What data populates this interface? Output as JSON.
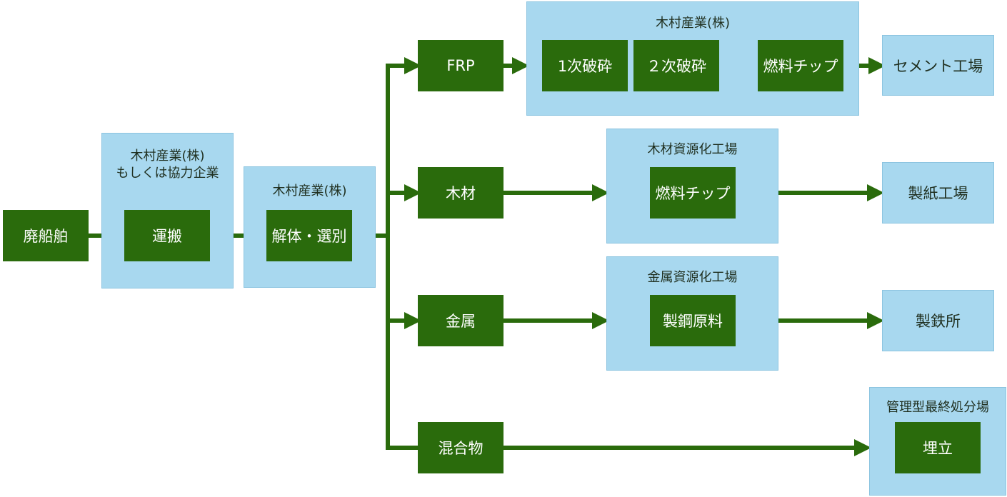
{
  "source": {
    "label": "廃船舶"
  },
  "transport": {
    "org_line1": "木村産業(株)",
    "org_line2": "もしくは協力企業",
    "label": "運搬"
  },
  "dismantle": {
    "org": "木村産業(株)",
    "label": "解体・選別"
  },
  "branches": {
    "frp": "FRP",
    "wood": "木材",
    "metal": "金属",
    "mixed": "混合物"
  },
  "frp_process": {
    "org": "木村産業(株)",
    "step1": "1次破砕",
    "step2": "２次破砕",
    "step3": "燃料チップ"
  },
  "wood_plant": {
    "name": "木材資源化工場",
    "product": "燃料チップ"
  },
  "metal_plant": {
    "name": "金属資源化工場",
    "product": "製鋼原料"
  },
  "landfill": {
    "name": "管理型最終処分場",
    "action": "埋立"
  },
  "destinations": {
    "cement": "セメント工場",
    "paper": "製紙工場",
    "steel": "製鉄所"
  },
  "colors": {
    "green": "#2a6b0c",
    "light_blue": "#a8d8ef"
  }
}
